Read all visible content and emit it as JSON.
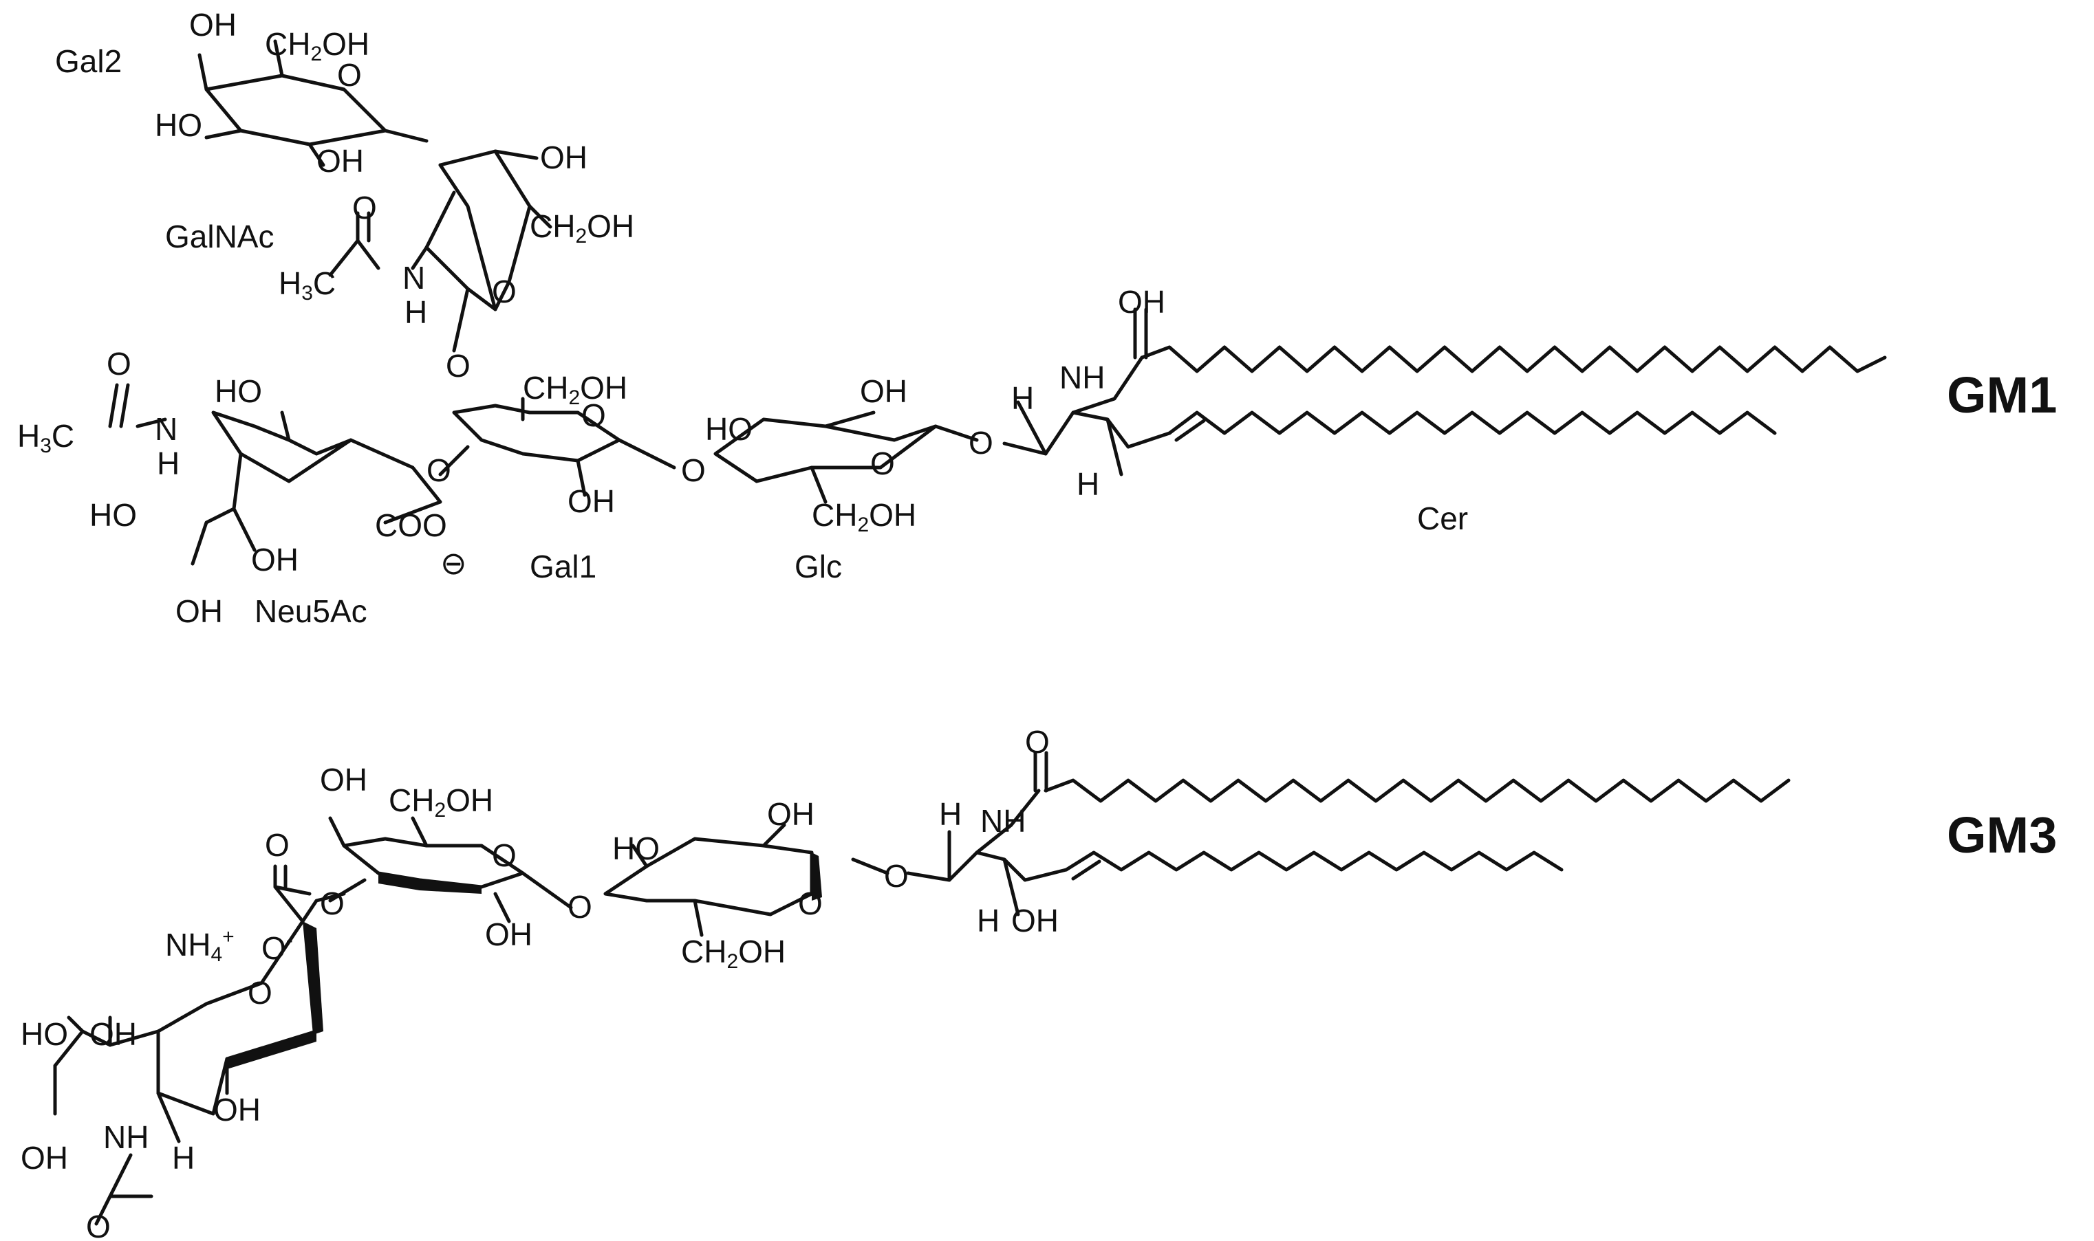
{
  "molecules": [
    {
      "name": "GM1",
      "residues": [
        "Gal2",
        "GalNAc",
        "Neu5Ac",
        "Gal1",
        "Glc",
        "Cer"
      ],
      "atom_labels": [
        "OH",
        "CH2OH",
        "O",
        "HO",
        "OH",
        "OH",
        "CH2OH",
        "O",
        "H3C",
        "N",
        "H",
        "O",
        "HO",
        "O",
        "H3C",
        "N",
        "H",
        "O",
        "COO",
        "HO",
        "OH",
        "OH",
        "CH2OH",
        "O",
        "O",
        "OH",
        "HO",
        "OH",
        "O",
        "CH2OH",
        "O",
        "NH",
        "H",
        "H",
        "OH",
        "O"
      ]
    },
    {
      "name": "GM3",
      "atom_labels": [
        "OH",
        "CH2OH",
        "O",
        "O",
        "OH",
        "HO",
        "OH",
        "O",
        "CH2OH",
        "O",
        "O",
        "NH",
        "H",
        "H",
        "OH",
        "O",
        "O",
        "NH4+",
        "O-",
        "O",
        "HO",
        "OH",
        "OH",
        "NH",
        "H",
        "OH",
        "O"
      ]
    }
  ],
  "charge_symbol": "⊖"
}
